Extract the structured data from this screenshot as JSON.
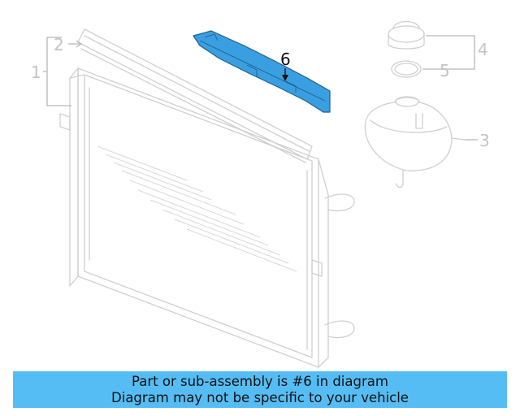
{
  "diagram": {
    "callouts": [
      {
        "label": "1",
        "part": "radiator"
      },
      {
        "label": "2",
        "part": "upper-seal-strip"
      },
      {
        "label": "3",
        "part": "coolant-reservoir"
      },
      {
        "label": "4",
        "part": "reservoir-cap"
      },
      {
        "label": "5",
        "part": "cap-seal-ring"
      },
      {
        "label": "6",
        "part": "radiator-support-bracket",
        "highlighted": true
      }
    ],
    "highlight_color": "#3a9fe0"
  },
  "banner": {
    "line1": "Part or sub-assembly is #6 in diagram",
    "line2": "Diagram may not be specific to your vehicle"
  }
}
